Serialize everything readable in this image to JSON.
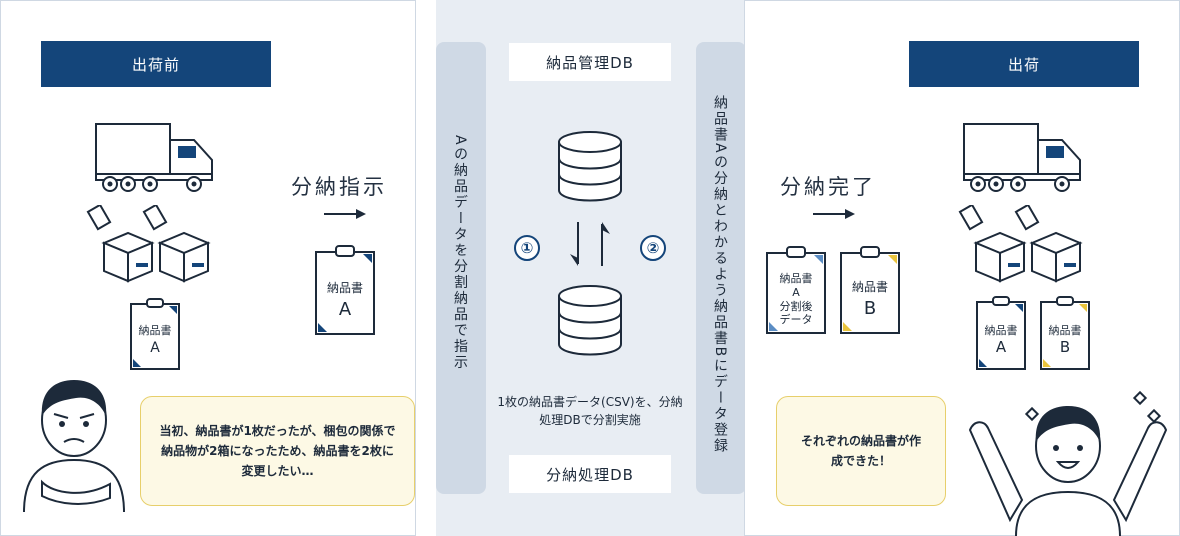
{
  "left_panel": {
    "header": "出荷前",
    "instruction": "分納指示",
    "doc_small": {
      "title": "納品書",
      "letter": "A"
    },
    "doc_large": {
      "title": "納品書",
      "letter": "A"
    },
    "bubble": "当初、納品書が1枚だったが、梱包の関係で納品物が2箱になったため、納品書を2枚に変更したい…"
  },
  "middle": {
    "left_vertical": "Aの納品データを分割納品で指示",
    "right_vertical": "納品書Aの分納とわかるよう納品書Bにデータ登録",
    "db_top": "納品管理DB",
    "db_bottom": "分納処理DB",
    "step1": "①",
    "step2": "②",
    "note": "1枚の納品書データ(CSV)を、分納処理DBで分割実施"
  },
  "right_panel": {
    "header": "出荷",
    "status": "分納完了",
    "doc_split": {
      "title": "納品書",
      "letter": "A",
      "sub": "分割後データ"
    },
    "doc_b": {
      "title": "納品書",
      "letter": "B"
    },
    "doc_a2": {
      "title": "納品書",
      "letter": "A"
    },
    "doc_b2": {
      "title": "納品書",
      "letter": "B"
    },
    "bubble": "それぞれの納品書が作成できた！"
  },
  "colors": {
    "navy": "#14457a",
    "yellow": "#e9c43d",
    "light_blue": "#5b8dc4"
  }
}
